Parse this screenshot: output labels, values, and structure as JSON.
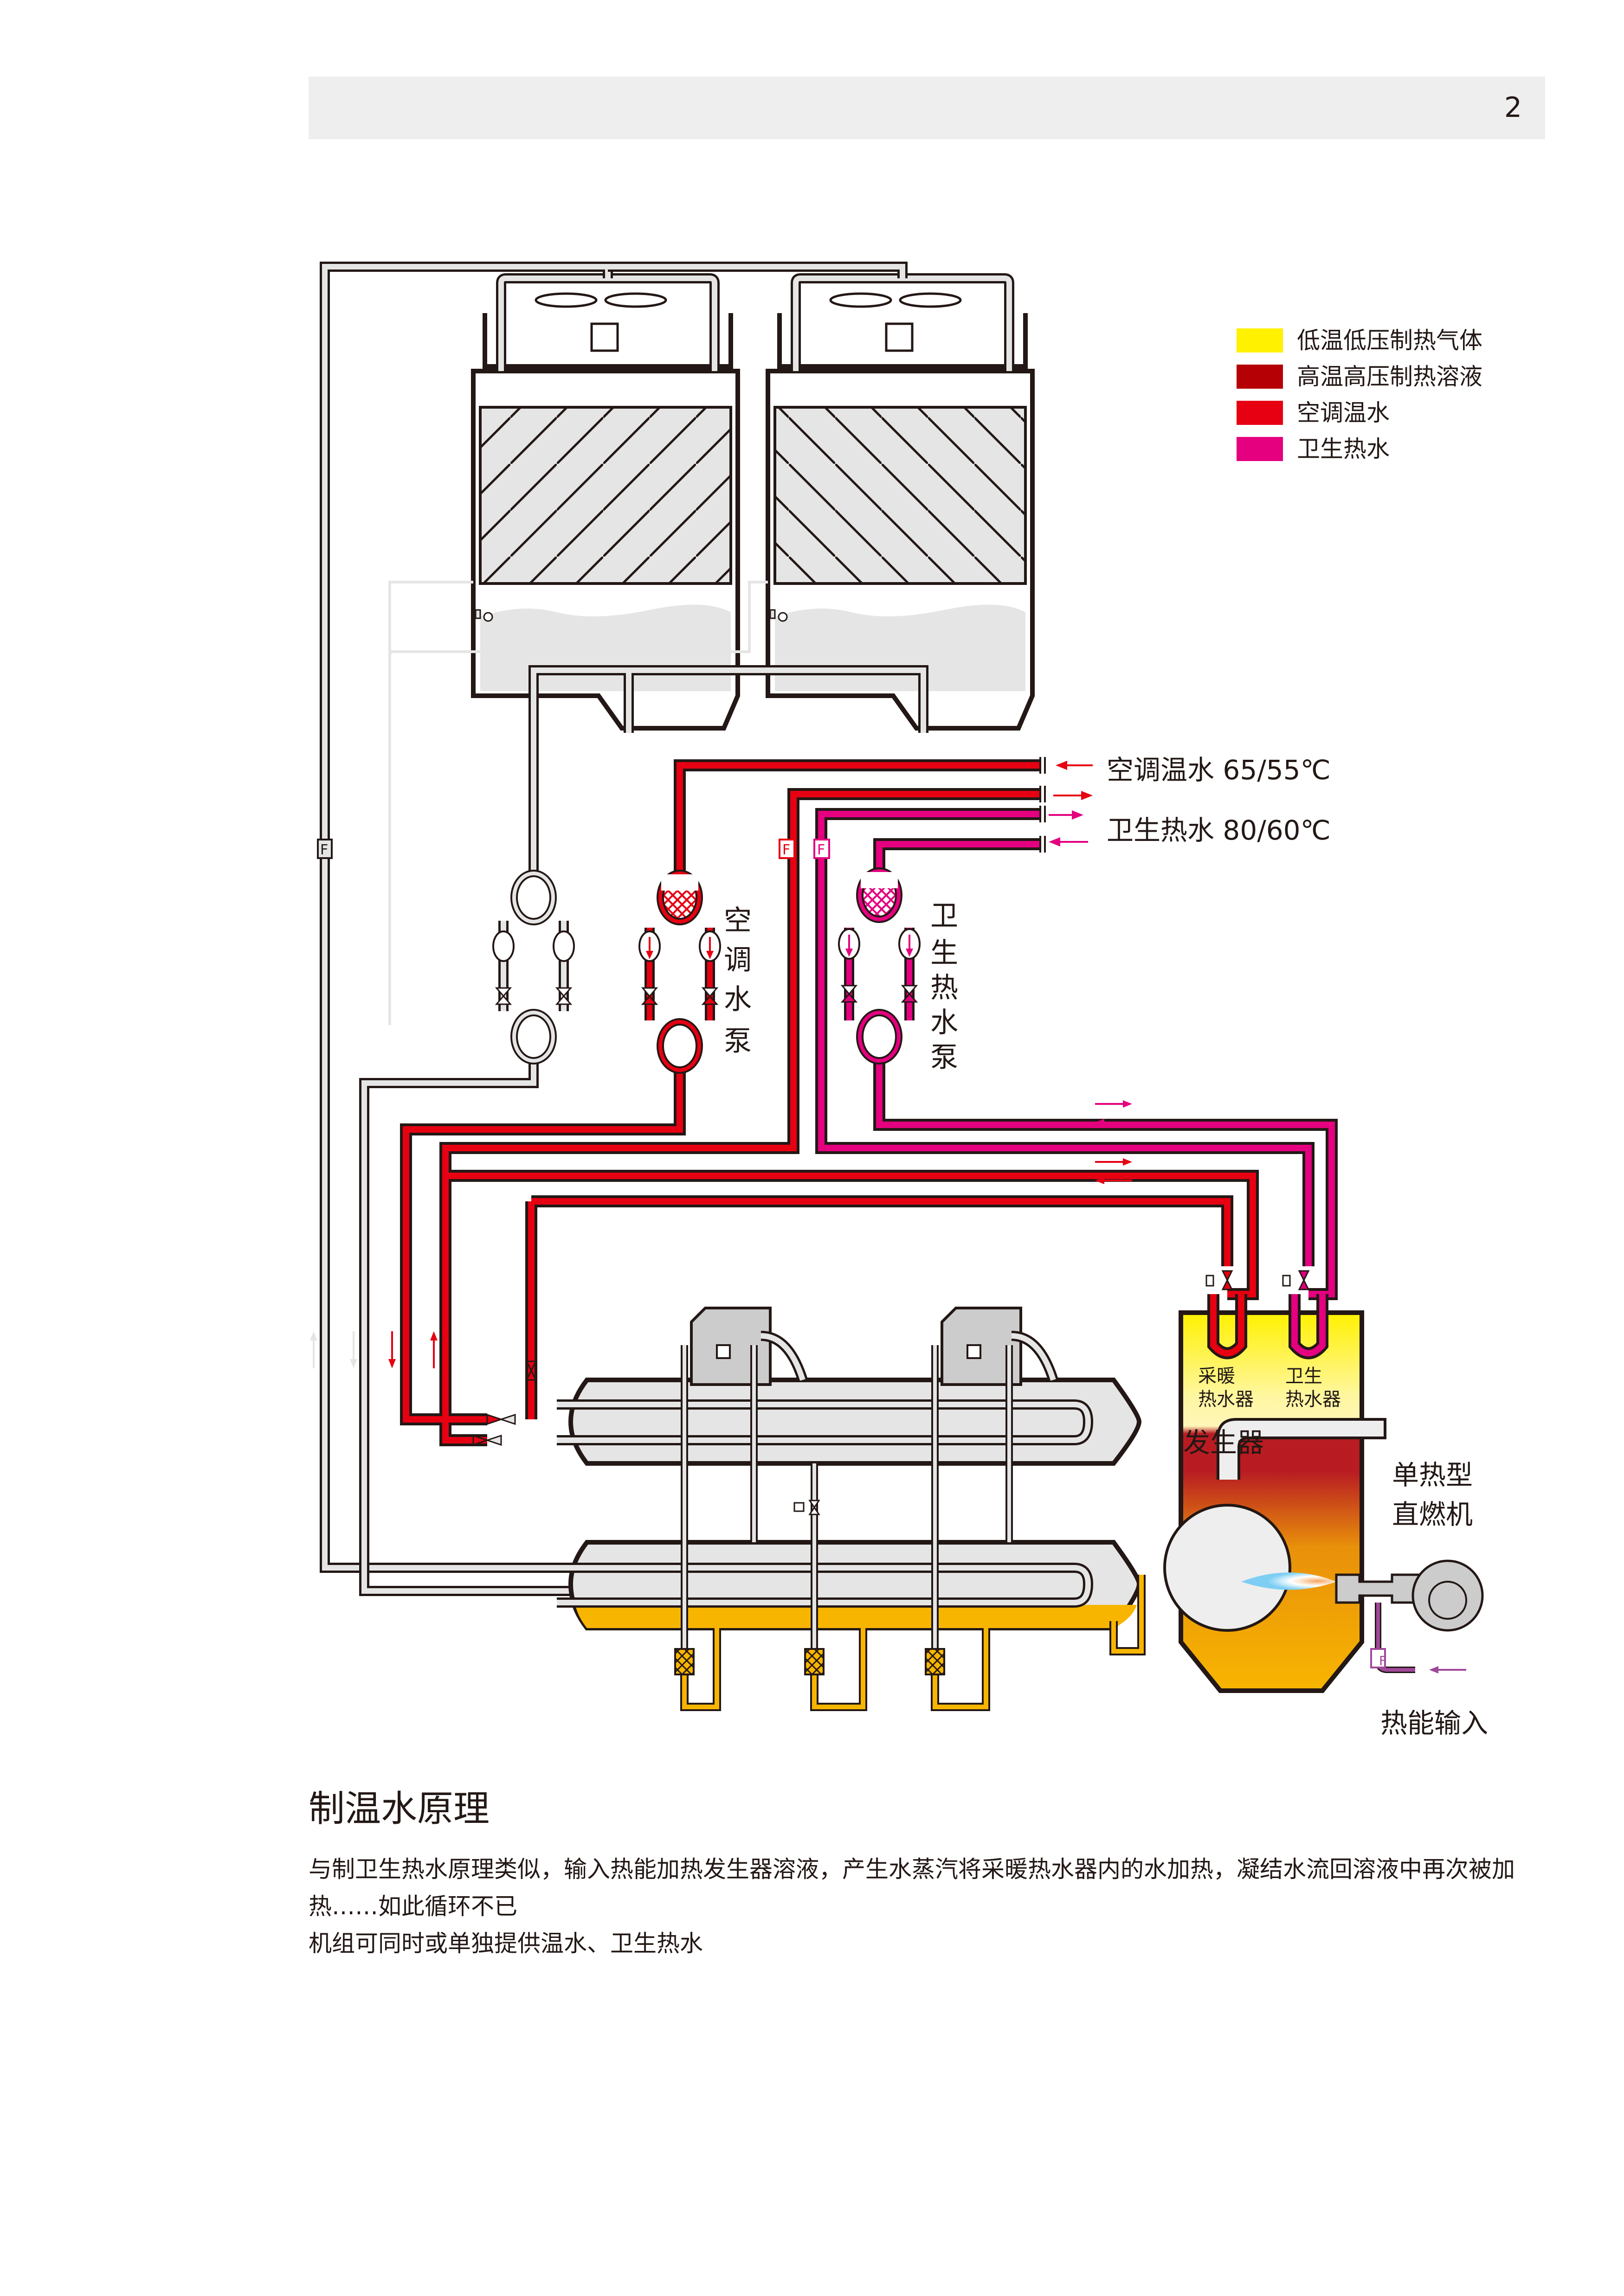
{
  "header": {
    "page_number": "2"
  },
  "legend": {
    "items": [
      {
        "label": "低温低压制热气体",
        "color": "#fff100"
      },
      {
        "label": "高温高压制热溶液",
        "color": "#b50005"
      },
      {
        "label": "空调温水",
        "color": "#e60012"
      },
      {
        "label": "卫生热水",
        "color": "#e4007f"
      }
    ]
  },
  "colors": {
    "ac_water": "#e60012",
    "sanitary_water": "#e4007f",
    "solution": "#b50005",
    "gas": "#fff100",
    "refrigerant_liquid": "#f8b500",
    "pipe_grey": "#e5e5e5",
    "fuel": "#a0489a",
    "outline": "#231815"
  },
  "diagram": {
    "ports": {
      "ac_water": "空调温水 65/55℃",
      "sanitary_water": "卫生热水 80/60℃"
    },
    "pumps": {
      "ac_pump": [
        "空",
        "调",
        "水",
        "泵"
      ],
      "sanitary_pump": [
        "卫",
        "生",
        "热",
        "水",
        "泵"
      ]
    },
    "generator": {
      "heating_heater": [
        "采暖",
        "热水器"
      ],
      "sanitary_heater": [
        "卫生",
        "热水器"
      ],
      "label": "发生器"
    },
    "machine_type": [
      "单热型",
      "直燃机"
    ],
    "heat_input": "热能输入",
    "flow_switch": "F"
  },
  "description": {
    "title": "制温水原理",
    "paragraphs": [
      "与制卫生热水原理类似，输入热能加热发生器溶液，产生水蒸汽将采暖热水器内的水加热，凝结水流回溶液中再次被加热……如此循环不已",
      "机组可同时或单独提供温水、卫生热水"
    ]
  }
}
